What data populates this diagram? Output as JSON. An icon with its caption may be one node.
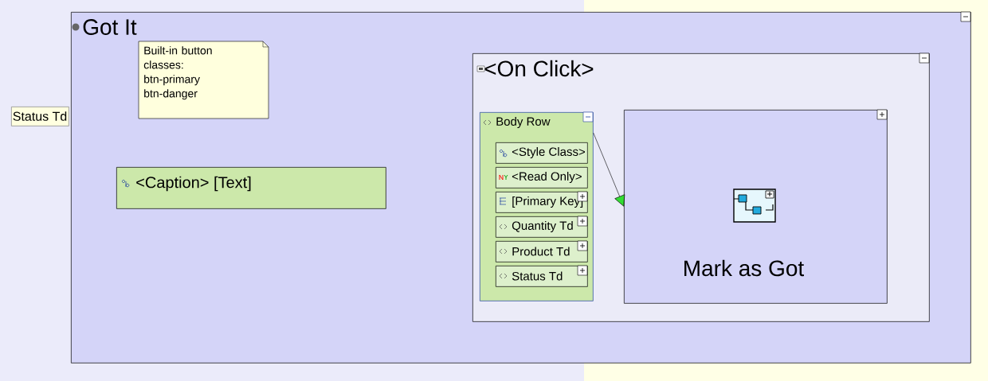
{
  "diagram": {
    "nodes": [
      {
        "text": [
          "Got It"
        ]
      },
      {
        "text": [
          "Built-in button classes: btn-primary btn-danger"
        ],
        "in": 0
      },
      {
        "text": [
          "<Caption> [Text]"
        ],
        "in": 0
      },
      {
        "text": [
          "<On Click>"
        ],
        "in": 0
      },
      {
        "text": [
          "Body Row"
        ],
        "in": 3
      },
      {
        "text": [
          "<Style Class>"
        ],
        "in": 4
      },
      {
        "text": [
          "<Read Only>"
        ],
        "in": 4
      },
      {
        "text": [
          "[Primary Key]"
        ],
        "in": 4
      },
      {
        "text": [
          "Quantity Td"
        ],
        "in": 4
      },
      {
        "text": [
          "Product Td"
        ],
        "in": 4
      },
      {
        "text": [
          "Status Td"
        ],
        "in": 4
      },
      {
        "text": [
          "Mark as Got"
        ],
        "in": 3
      },
      {
        "text": [
          "Status Td"
        ]
      }
    ],
    "edges": [
      {
        "from": 4,
        "to": 11,
        "arrow": "to"
      }
    ]
  }
}
